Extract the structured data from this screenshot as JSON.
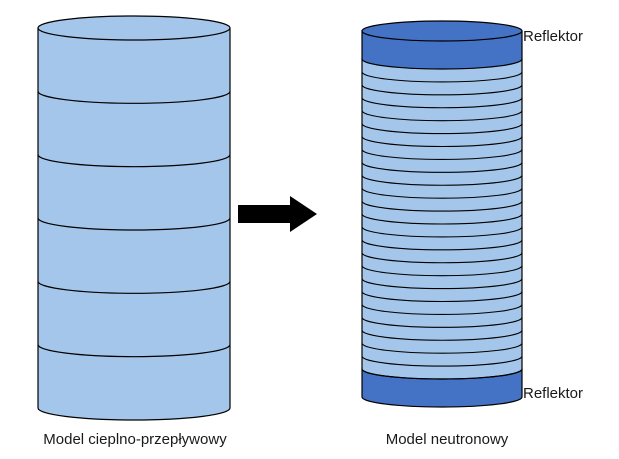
{
  "labels": {
    "left_caption": "Model cieplno-przepływowy",
    "right_caption": "Model neutronowy",
    "reflector_top": "Reflektor",
    "reflector_bottom": "Reflektor"
  },
  "diagram": {
    "left_cylinder": {
      "segments": 6
    },
    "right_cylinder": {
      "core_slices": 24,
      "reflectors": 2
    },
    "arrow": "right-arrow"
  },
  "colors": {
    "light_fill": "#a4c6ea",
    "reflector_fill": "#4472c4",
    "stroke": "#000000",
    "arrow": "#000000"
  }
}
